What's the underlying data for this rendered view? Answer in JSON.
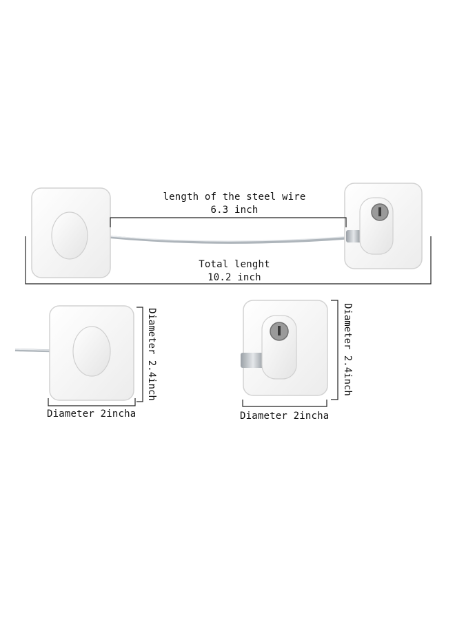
{
  "top": {
    "wire_label_line1": "length of the steel wire",
    "wire_label_line2": "6.3 inch",
    "total_label_line1": "Total lenght",
    "total_label_line2": "10.2 inch"
  },
  "left_detail": {
    "vertical_label": "Diameter 2.4inch",
    "horizontal_label": "Diameter 2incha"
  },
  "right_detail": {
    "vertical_label": "Diameter 2.4inch",
    "horizontal_label": "Diameter 2incha"
  },
  "colors": {
    "plate": "#fdfdfd",
    "plate_edge": "#d6d6d6",
    "wire": "#b9c0c6",
    "lock_key": "#8a8a8a"
  }
}
